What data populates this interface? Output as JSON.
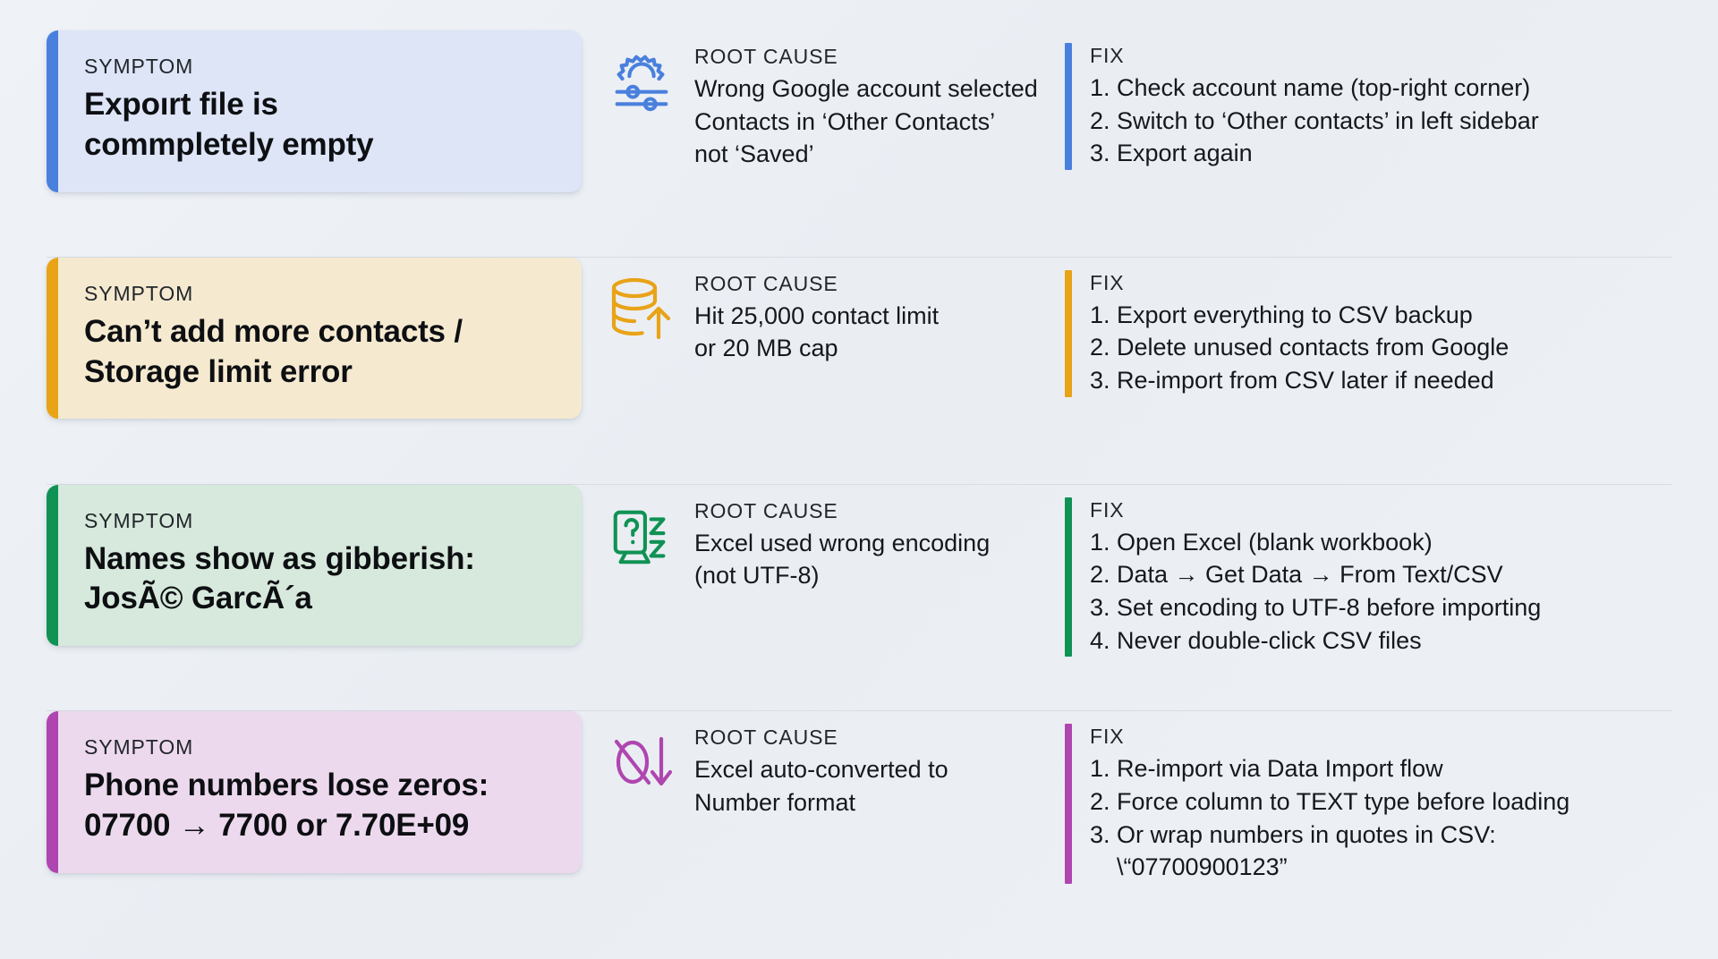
{
  "labels": {
    "symptom": "SYMPTOM",
    "root_cause": "ROOT CAUSE",
    "fix": "FIX"
  },
  "colors": {
    "page_bg": "#eef1f5",
    "divider": "#d9dde3",
    "blue_accent": "#4a80dd",
    "blue_card": "#dde5f7",
    "amber_accent": "#e8a317",
    "amber_card": "#f5ead0",
    "green_accent": "#0f9254",
    "green_card": "#d6e9dc",
    "purple_accent": "#af46b0",
    "purple_card": "#edd9ee",
    "text_dark": "#15181c",
    "title_dark": "#0d0f12"
  },
  "rows": [
    {
      "accent": "#4a80dd",
      "card_bg": "#dde5f7",
      "icon": "gear-sliders-icon",
      "symptom_lines": [
        "Expoırt file is",
        "commpletely empty"
      ],
      "cause_lines": [
        "Wrong Google account selected",
        "Contacts in ‘Other Contacts’",
        "not ‘Saved’"
      ],
      "fix_lines": [
        "1. Check account name (top-right corner)",
        "2. Switch to ‘Other contacts’ in left sidebar",
        "3. Export again"
      ]
    },
    {
      "accent": "#e8a317",
      "card_bg": "#f5ead0",
      "icon": "database-upload-icon",
      "symptom_lines": [
        "Can’t add more contacts /",
        "Storage limit error"
      ],
      "cause_lines": [
        "Hit 25,000 contact limit",
        "or 20 MB cap"
      ],
      "fix_lines": [
        "1. Export everything to CSV backup",
        "2. Delete unused contacts from Google",
        "3. Re-import from CSV later if needed"
      ]
    },
    {
      "accent": "#0f9254",
      "card_bg": "#d6e9dc",
      "icon": "encoding-error-icon",
      "symptom_lines": [
        "Names show as gibberish:",
        "JosÃ© GarcÃ´a"
      ],
      "cause_lines": [
        "Excel used wrong encoding",
        "(not UTF-8)"
      ],
      "fix_lines": [
        "1. Open Excel (blank workbook)",
        "2. Data → Get Data → From Text/CSV",
        "3. Set encoding to UTF-8 before importing",
        "4. Never double-click CSV files"
      ]
    },
    {
      "accent": "#af46b0",
      "card_bg": "#edd9ee",
      "icon": "zero-stripped-icon",
      "symptom_lines": [
        "Phone numbers lose zeros:",
        "07700 → 7700 or 7.70E+09"
      ],
      "cause_lines": [
        "Excel auto-converted to",
        "Number format"
      ],
      "fix_lines": [
        "1. Re-import via Data Import flow",
        "2. Force column to TEXT type before loading",
        "3. Or wrap numbers in quotes in CSV:",
        "\\“07700900123”"
      ]
    }
  ]
}
